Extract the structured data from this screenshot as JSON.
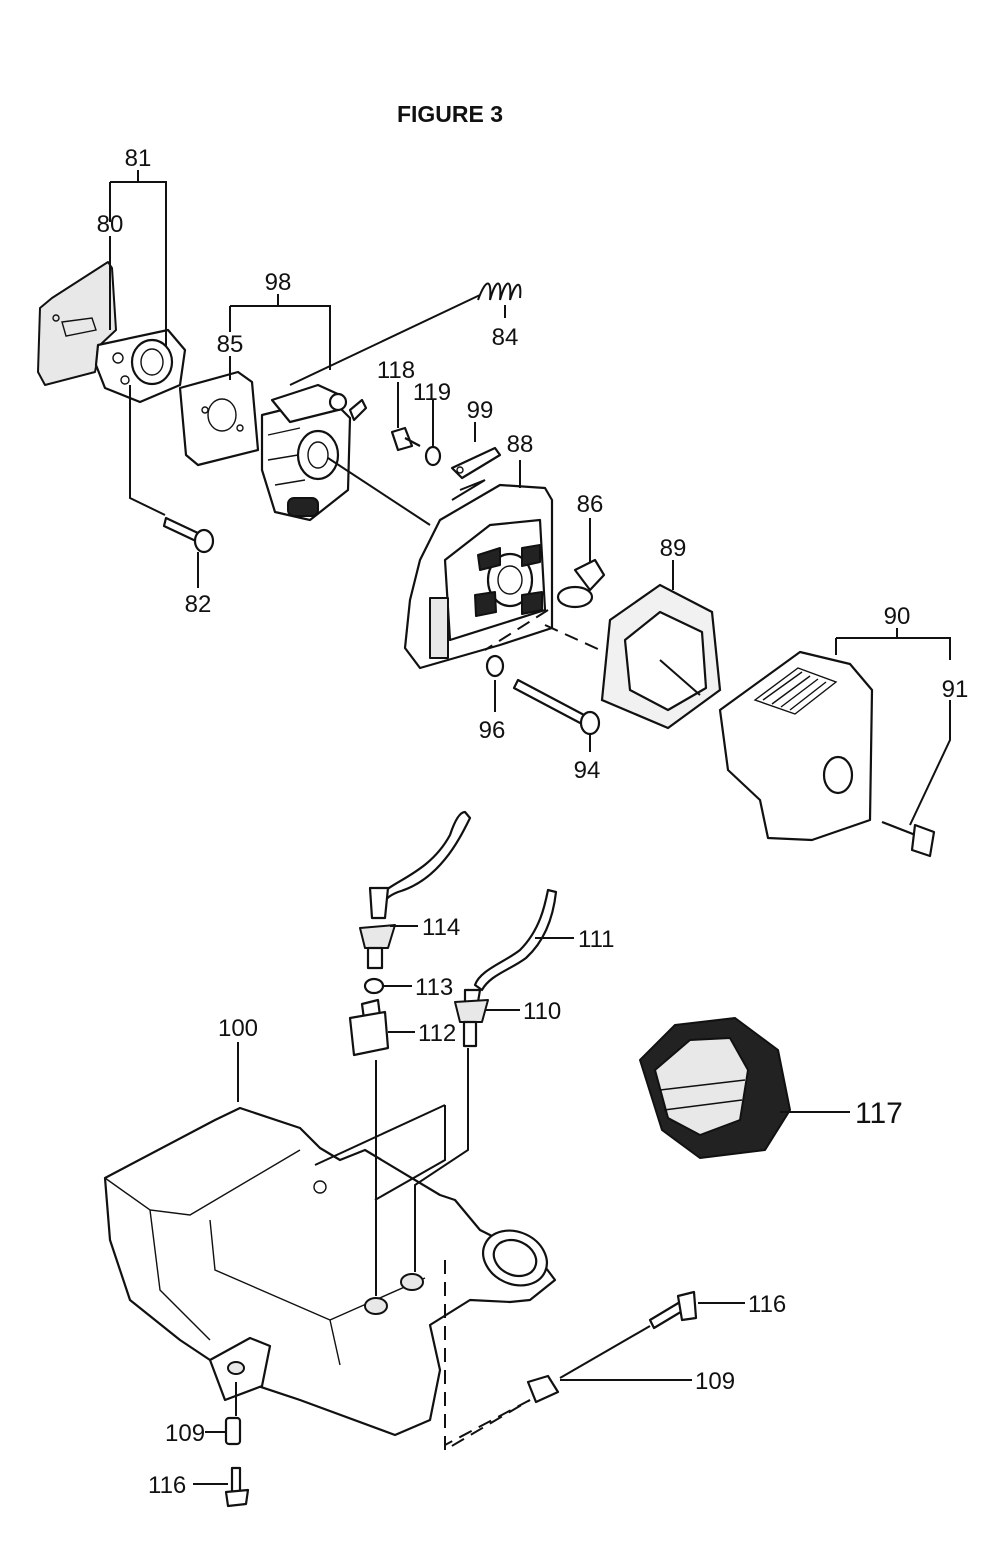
{
  "figure_title": "FIGURE 3",
  "callouts": {
    "c81": "81",
    "c80": "80",
    "c98": "98",
    "c85": "85",
    "c84": "84",
    "c118": "118",
    "c119": "119",
    "c99": "99",
    "c88": "88",
    "c86": "86",
    "c89": "89",
    "c82": "82",
    "c90": "90",
    "c91": "91",
    "c96": "96",
    "c94": "94",
    "c114": "114",
    "c111": "111",
    "c113": "113",
    "c110": "110",
    "c112": "112",
    "c100": "100",
    "c117": "117",
    "c116a": "116",
    "c109a": "109",
    "c109b": "109",
    "c116b": "116"
  }
}
